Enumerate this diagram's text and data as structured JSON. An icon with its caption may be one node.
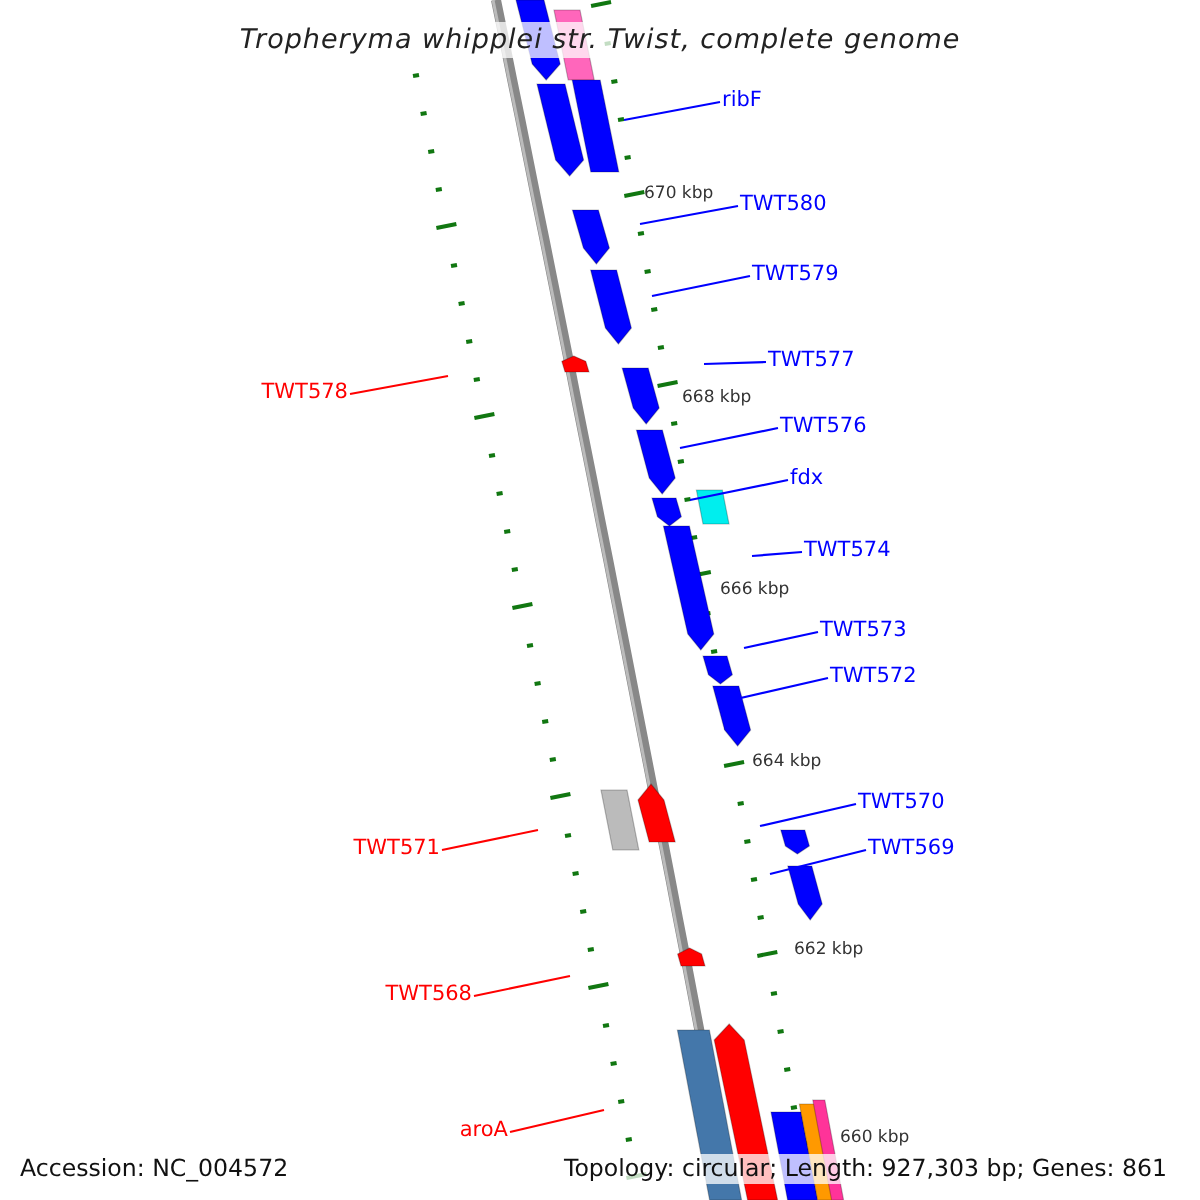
{
  "diagram": {
    "title": "Tropheryma whipplei str. Twist, complete genome",
    "nodes": [
      {
        "text": [
          "ribF"
        ]
      },
      {
        "text": [
          "TWT580"
        ]
      },
      {
        "text": [
          "TWT579"
        ]
      },
      {
        "text": [
          "TWT577"
        ]
      },
      {
        "text": [
          "TWT578"
        ]
      },
      {
        "text": [
          "TWT576"
        ]
      },
      {
        "text": [
          "fdx"
        ]
      },
      {
        "text": [
          "TWT574"
        ]
      },
      {
        "text": [
          "TWT573"
        ]
      },
      {
        "text": [
          "TWT572"
        ]
      },
      {
        "text": [
          "TWT570"
        ]
      },
      {
        "text": [
          "TWT571"
        ]
      },
      {
        "text": [
          "TWT569"
        ]
      },
      {
        "text": [
          "TWT568"
        ]
      },
      {
        "text": [
          "aroA"
        ]
      }
    ],
    "edges": [
      {
        "from": 0,
        "to": null,
        "arrow": "none"
      },
      {
        "from": 1,
        "to": null,
        "arrow": "none"
      },
      {
        "from": 2,
        "to": null,
        "arrow": "none"
      },
      {
        "from": 3,
        "to": null,
        "arrow": "none"
      },
      {
        "from": 4,
        "to": null,
        "arrow": "none",
        "color": "#ff0000"
      },
      {
        "from": 5,
        "to": null,
        "arrow": "none"
      },
      {
        "from": 6,
        "to": null,
        "arrow": "none"
      },
      {
        "from": 7,
        "to": null,
        "arrow": "none"
      },
      {
        "from": 8,
        "to": null,
        "arrow": "none"
      },
      {
        "from": 9,
        "to": null,
        "arrow": "none"
      },
      {
        "from": 10,
        "to": null,
        "arrow": "none"
      },
      {
        "from": 11,
        "to": null,
        "arrow": "none",
        "color": "#ff0000"
      },
      {
        "from": 12,
        "to": null,
        "arrow": "none"
      },
      {
        "from": 13,
        "to": null,
        "arrow": "none",
        "color": "#ff0000"
      },
      {
        "from": 14,
        "to": null,
        "arrow": "none",
        "color": "#ff0000"
      }
    ],
    "labels": [
      "670 kbp",
      "668 kbp",
      "666 kbp",
      "664 kbp",
      "662 kbp",
      "660 kbp",
      "Accession: NC_004572",
      "Topology: circular; Length: 927,303 bp; Genes: 861"
    ]
  }
}
